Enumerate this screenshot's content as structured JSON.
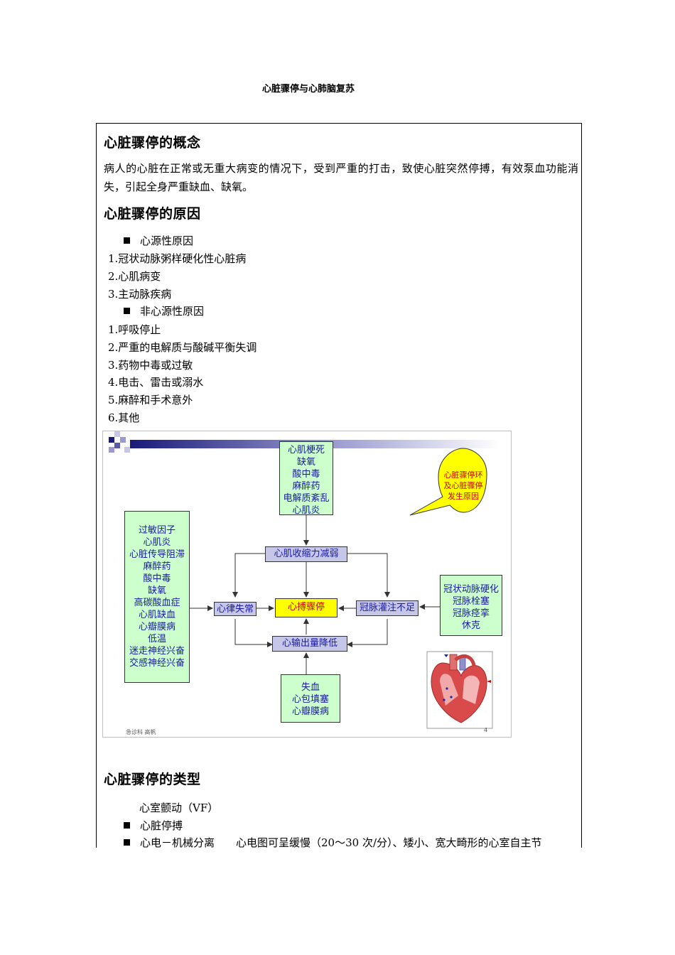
{
  "title": "心脏骤停与心肺脑复苏",
  "sections": {
    "concept": {
      "heading": "心脏骤停的概念",
      "text": "病人的心脏在正常或无重大病变的情况下，受到严重的打击，致使心脏突然停搏，有效泵血功能消失，引起全身严重缺血、缺氧。"
    },
    "causes": {
      "heading": "心脏骤停的原因",
      "cardiac_label": "心源性原因",
      "cardiac_items": [
        "1.冠状动脉粥样硬化性心脏病",
        "2.心肌病变",
        "3.主动脉疾病"
      ],
      "noncardiac_label": "非心源性原因",
      "noncardiac_items": [
        "1.呼吸停止",
        "2.严重的电解质与酸碱平衡失调",
        "3.药物中毒或过敏",
        "4.电击、雷击或溺水",
        "5.麻醉和手术意外",
        "6.其他"
      ]
    },
    "types": {
      "heading": "心脏骤停的类型",
      "item1": "心室颤动（VF）",
      "item2": "心脏停搏",
      "item3": "心电－机械分离　　心电图可呈缓慢（20～30 次/分）、矮小、宽大畸形的心室自主节"
    }
  },
  "slide": {
    "top_box": [
      "心肌梗死",
      "缺氧",
      "酸中毒",
      "麻醉药",
      "电解质紊乱",
      "心肌炎"
    ],
    "left_box": [
      "过敏因子",
      "心肌炎",
      "心脏传导阻滞",
      "麻醉药",
      "酸中毒",
      "缺氧",
      "高碳酸血症",
      "心肌缺血",
      "心瓣膜病",
      "低温",
      "迷走神经兴奋",
      "交感神经兴奋"
    ],
    "right_box": [
      "冠状动脉硬化",
      "冠脉栓塞",
      "冠脉痉挛",
      "休克"
    ],
    "bottom_box": [
      "失血",
      "心包填塞",
      "心瓣膜病"
    ],
    "myocardial": "心肌收缩力减弱",
    "arrhythmia": "心律失常",
    "arrest": "心搏骤停",
    "coronary": "冠脉灌注不足",
    "output": "心输出量降低",
    "callout": "心脏骤停环及心脏骤停发生原因",
    "footer": "急诊科 高帆",
    "page_number": "4",
    "colors": {
      "green_box": "#ccffcc",
      "purple_box": "#c6c6e8",
      "yellow_box": "#ffff00",
      "text_blue": "#1a1aa0",
      "text_red": "#cc0000"
    }
  }
}
